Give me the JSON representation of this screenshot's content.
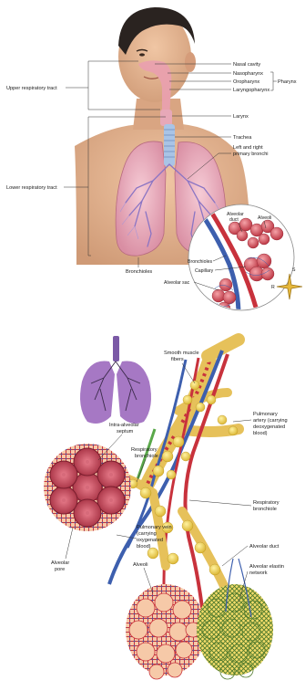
{
  "top": {
    "nasal_cavity": "Nasal cavity",
    "nasopharynx": "Nasopharynx",
    "oropharynx": "Oropharynx",
    "laryngopharynx": "Laryngopharynx",
    "pharynx": "Pharynx",
    "upper_tract": "Upper respiratory tract",
    "larynx": "Larynx",
    "trachea": "Trachea",
    "bronchi_line1": "Left and right",
    "bronchi_line2": "primary bronchi",
    "lower_tract": "Lower respiratory tract",
    "alveolar_duct_1": "Alveolar",
    "alveolar_duct_2": "duct",
    "alveoli": "Alveoli",
    "bronchioles_inset": "Bronchioles",
    "capillary": "Capillary",
    "bronchioles": "Bronchioles",
    "alveolar_sac": "Alveolar sac",
    "compass_s": "S",
    "compass_r": "R"
  },
  "bottom": {
    "smooth_muscle_1": "Smooth muscle",
    "smooth_muscle_2": "fibers",
    "pulm_artery_1": "Pulmonary",
    "pulm_artery_2": "artery (carrying",
    "pulm_artery_3": "deoxygenated",
    "pulm_artery_4": "blood)",
    "intra_1": "Intra-alveolar",
    "intra_2": "septum",
    "resp_bronchiole_l1": "Respiratory",
    "resp_bronchiole_l2": "bronchiole",
    "resp_bronchiole_r1": "Respiratory",
    "resp_bronchiole_r2": "bronchiole",
    "pulm_vein_1": "Pulmonary vein",
    "pulm_vein_2": "(carrying",
    "pulm_vein_3": "oxygenated",
    "pulm_vein_4": "blood)",
    "alveolar_duct": "Alveolar duct",
    "alveoli": "Alveoli",
    "alveolar_pore_1": "Alveolar",
    "alveolar_pore_2": "pore",
    "elastin_1": "Alveolar elastin",
    "elastin_2": "network"
  },
  "colors": {
    "skin": "#e2b08c",
    "hair": "#2a2320",
    "lung_pink": "#e7a8b8",
    "trachea_blue": "#a9c4e6",
    "artery_red": "#c8323c",
    "vein_blue": "#3d5fae",
    "alveoli_yellow": "#f0d44a",
    "lung_purple": "#a678c4"
  }
}
